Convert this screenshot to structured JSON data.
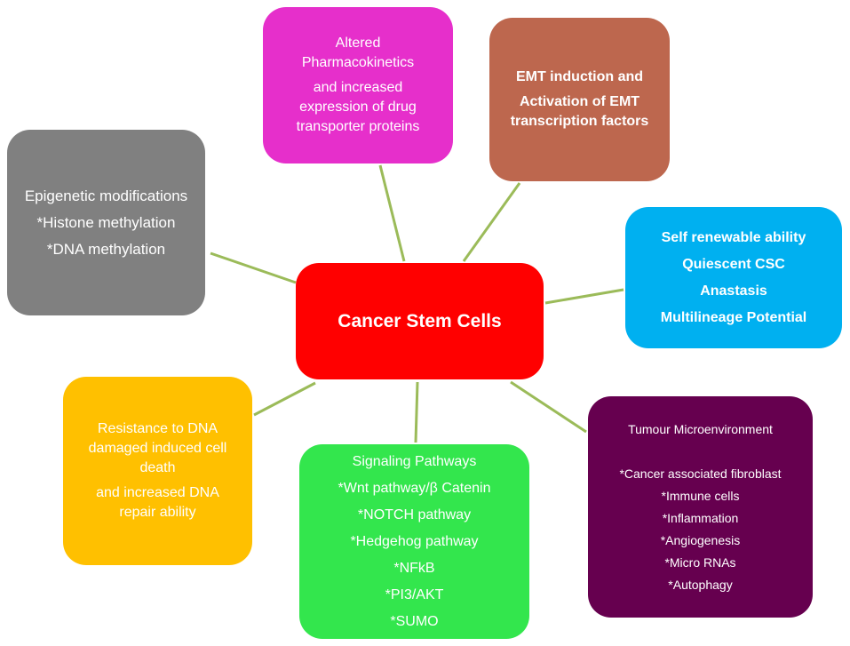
{
  "center": {
    "label": "Cancer Stem Cells"
  },
  "nodes": {
    "pharmacokinetics": {
      "lines_a": [
        "Altered",
        "Pharmacokinetics"
      ],
      "lines_b": [
        "and increased",
        "expression of drug",
        "transporter proteins"
      ]
    },
    "emt": {
      "lines_a": [
        "EMT induction and"
      ],
      "lines_b": [
        "Activation of EMT",
        "transcription factors"
      ]
    },
    "epigenetic": {
      "lines": [
        "Epigenetic modifications",
        "*Histone methylation",
        "*DNA methylation"
      ]
    },
    "self_renewal": {
      "lines": [
        "Self renewable ability",
        "Quiescent CSC",
        "Anastasis",
        "Multilineage Potential"
      ]
    },
    "resistance": {
      "lines_a": [
        "Resistance to DNA",
        "damaged induced cell",
        "death"
      ],
      "lines_b": [
        "and increased DNA",
        "repair ability"
      ]
    },
    "signaling": {
      "lines": [
        "Signaling Pathways",
        "*Wnt pathway/β Catenin",
        "*NOTCH pathway",
        "*Hedgehog pathway",
        "*NFkB",
        "*PI3/AKT",
        "*SUMO"
      ]
    },
    "tumour": {
      "title": "Tumour Microenvironment",
      "lines": [
        "*Cancer associated fibroblast",
        "*Immune cells",
        "*Inflammation",
        "*Angiogenesis",
        "*Micro RNAs",
        "*Autophagy"
      ]
    }
  },
  "colors": {
    "center": "#ff0000",
    "pharmacokinetics": "#e62fcb",
    "emt": "#bd674e",
    "epigenetic": "#808080",
    "self_renewal": "#00b0f0",
    "resistance": "#ffc000",
    "signaling": "#33e64d",
    "tumour": "#66004f",
    "connector": "#9bbb59"
  }
}
